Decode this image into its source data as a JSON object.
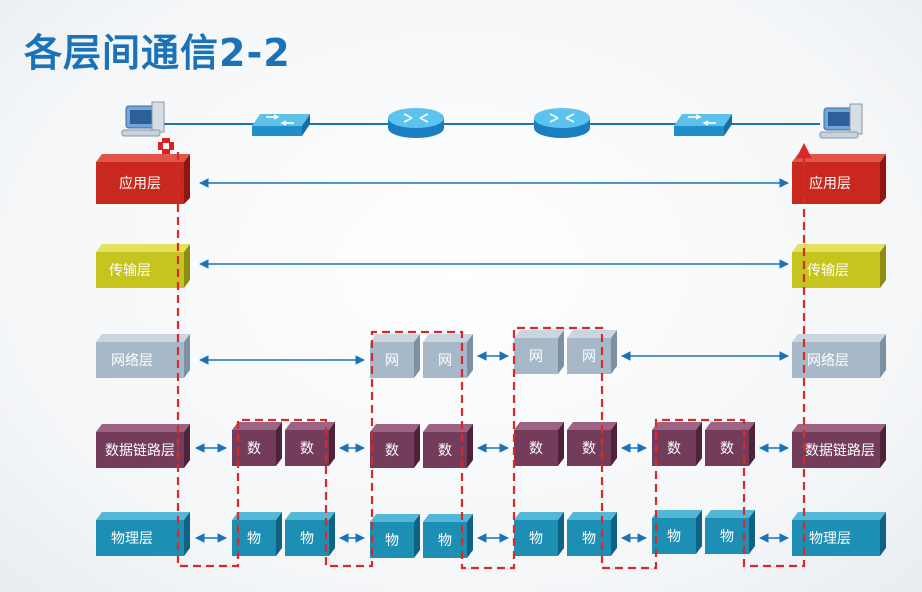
{
  "title": "各层间通信2-2",
  "layers": {
    "application": "应用层",
    "transport": "传输层",
    "network": "网络层",
    "datalink": "数据链路层",
    "physical": "物理层"
  },
  "cells": {
    "network": "网",
    "datalink": "数",
    "physical": "物"
  },
  "colors": {
    "application": "#c8281d",
    "transport": "#c6c41f",
    "network": "#a7b9c8",
    "datalink": "#733c5b",
    "physical": "#1d8fb4",
    "arrow": "#1a73b8",
    "dashed": "#d92a2a"
  },
  "devices": [
    "pc-left",
    "switch",
    "router",
    "router",
    "switch",
    "pc-right"
  ]
}
